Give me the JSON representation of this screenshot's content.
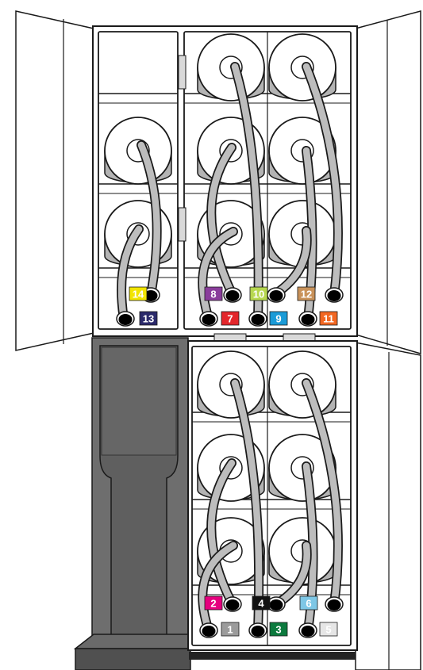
{
  "colors": {
    "outline": "#1a1a1a",
    "roll_face": "#ffffff",
    "roll_side": "#b3b3b3",
    "tube": "#bdbdbd",
    "cabinet_body": "#6e6e6e",
    "cabinet_panel": "#5f5f5f",
    "base": "#505050"
  },
  "top_cabinet": {
    "tags": [
      {
        "number": "14",
        "bg": "#f2e500",
        "fg": "#ffffff",
        "row": "top"
      },
      {
        "number": "13",
        "bg": "#2b2a6b",
        "fg": "#ffffff",
        "row": "bottom"
      },
      {
        "number": "8",
        "bg": "#8a3d9b",
        "fg": "#ffffff",
        "row": "top"
      },
      {
        "number": "7",
        "bg": "#e3262b",
        "fg": "#ffffff",
        "row": "bottom"
      },
      {
        "number": "10",
        "bg": "#b7d84f",
        "fg": "#ffffff",
        "row": "top"
      },
      {
        "number": "9",
        "bg": "#1b9bd7",
        "fg": "#ffffff",
        "row": "bottom"
      },
      {
        "number": "12",
        "bg": "#c9925a",
        "fg": "#ffffff",
        "row": "top"
      },
      {
        "number": "11",
        "bg": "#f26722",
        "fg": "#ffffff",
        "row": "bottom"
      }
    ]
  },
  "bottom_cabinet": {
    "tags": [
      {
        "number": "2",
        "bg": "#e5007e",
        "fg": "#ffffff",
        "row": "top"
      },
      {
        "number": "1",
        "bg": "#9b9b9b",
        "fg": "#ffffff",
        "row": "bottom"
      },
      {
        "number": "4",
        "bg": "#111111",
        "fg": "#ffffff",
        "row": "top"
      },
      {
        "number": "3",
        "bg": "#0c7a3e",
        "fg": "#ffffff",
        "row": "bottom"
      },
      {
        "number": "6",
        "bg": "#7ec7e6",
        "fg": "#ffffff",
        "row": "top"
      },
      {
        "number": "5",
        "bg": "#e6e6e6",
        "fg": "#ffffff",
        "row": "bottom"
      }
    ]
  }
}
